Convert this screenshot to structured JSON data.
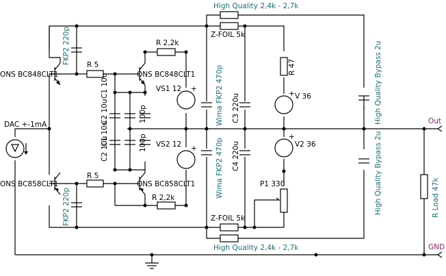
{
  "colors": {
    "label": "#000000",
    "value": "#1a6e74",
    "net": "#8a2570",
    "wire": "#000000"
  },
  "labels": {
    "hq_top": "High Quality 2,4k - 2,7k",
    "hq_bot": "High Quality 2,4k - 2,7k",
    "zfoil_top": "Z-FOIL 5k",
    "zfoil_bot": "Z-FOIL 5k",
    "r22_top": "R 2,2k",
    "r22_bot": "R 2,2k",
    "r5_top": "R 5",
    "r5_bot": "R 5",
    "q1": "ONS BC848CLT1",
    "q2": "ONS BC848CLT1",
    "q3": "ONS BC858CLT1",
    "q4": "ONS BC858CLT1",
    "fkp_top": "FKP2 220p",
    "fkp_bot": "FKP2 220p",
    "c2_top": "C2 10u",
    "c1_top": "C1 10u",
    "c2_bot": "C2 10u",
    "c1_bot": "C1 10u",
    "c100p_top": "100p",
    "c100p_bot": "100p",
    "vs1": "VS1 12",
    "vs2": "VS2 12",
    "wima_top": "Wima FKP2 470p",
    "wima_bot": "Wima FKP2 470p",
    "c3": "C3 220u",
    "c4": "C4 220u",
    "r47": "R 47",
    "v36": "V 36",
    "v236": "V2 36",
    "p1": "P1 330",
    "dac": "DAC +-1mA",
    "bypass_top": "High Quality Bypass 2u",
    "bypass_bot": "High Quality Bypass 2u",
    "rload": "R Load 47k",
    "out": "Out",
    "gnd": "GND"
  }
}
